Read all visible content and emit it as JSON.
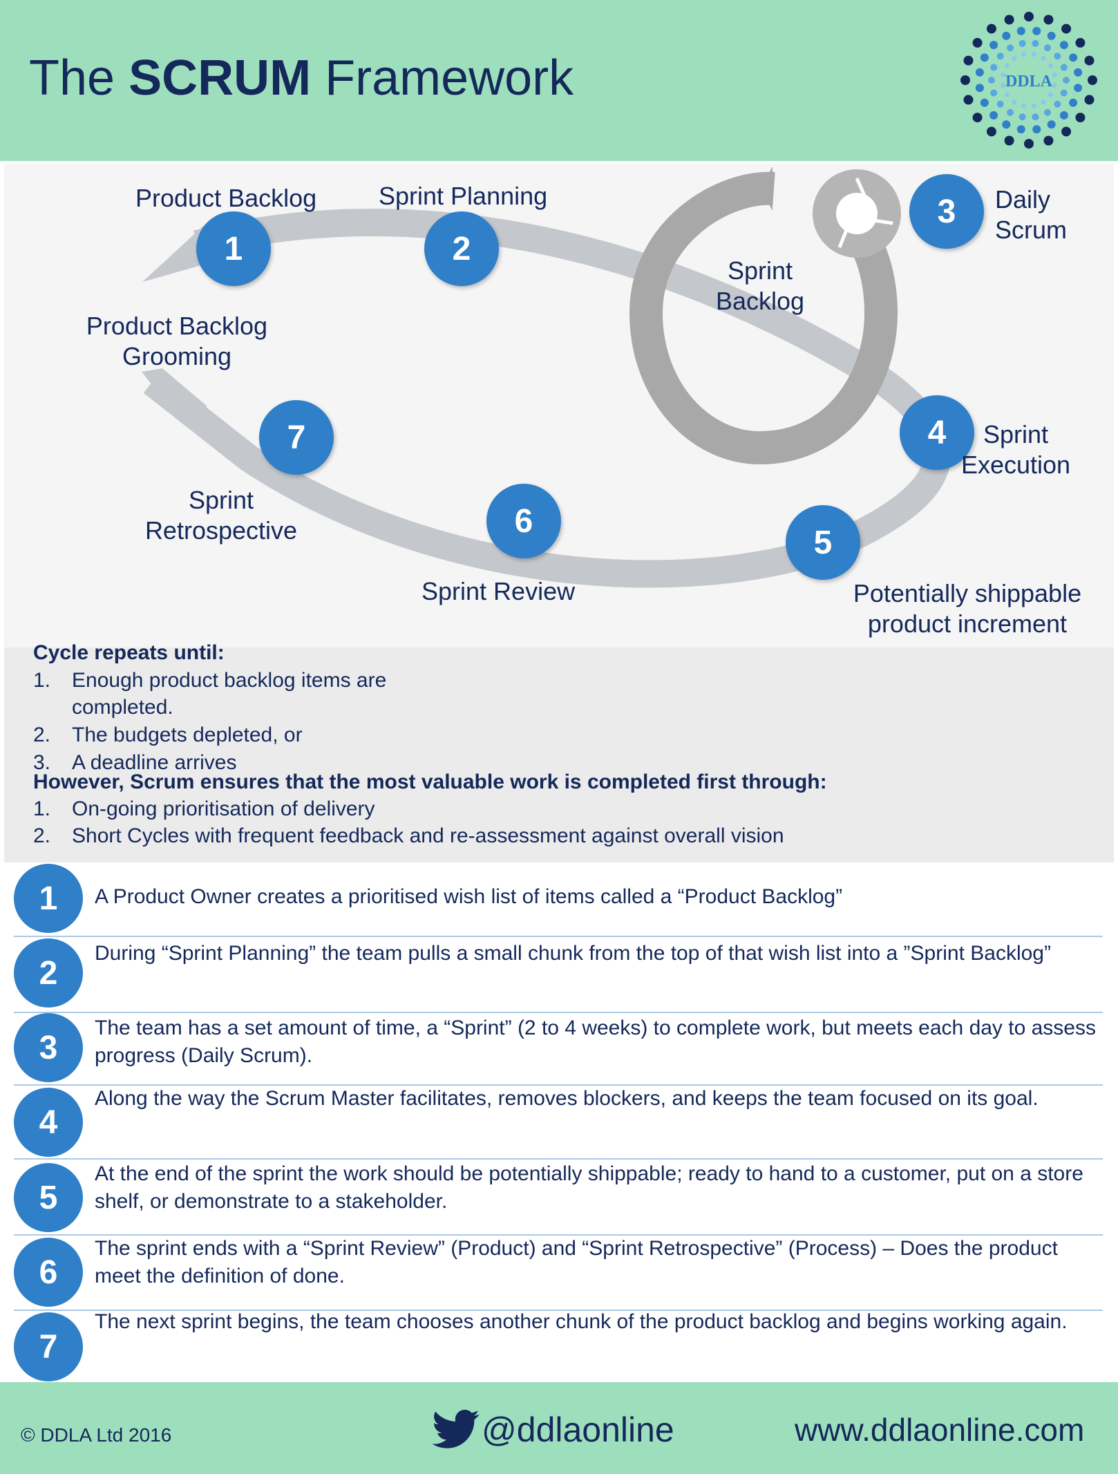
{
  "header": {
    "title_prefix": "The",
    "title_bold": "SCRUM",
    "title_suffix": "Framework",
    "logo_text": "DDLA"
  },
  "diagram": {
    "steps": [
      {
        "number": "1",
        "label": "Product Backlog"
      },
      {
        "number": "2",
        "label": "Sprint Planning"
      },
      {
        "number": "3",
        "label_line1": "Daily",
        "label_line2": "Scrum"
      },
      {
        "number": "4",
        "label_line1": "Sprint",
        "label_line2": "Execution"
      },
      {
        "number": "5",
        "label_line1": "Potentially shippable",
        "label_line2": "product increment"
      },
      {
        "number": "6",
        "label": "Sprint Review"
      },
      {
        "number": "7",
        "label_line1": "Sprint",
        "label_line2": "Retrospective"
      }
    ],
    "sprint_backlog_line1": "Sprint",
    "sprint_backlog_line2": "Backlog",
    "grooming_line1": "Product Backlog",
    "grooming_line2": "Grooming"
  },
  "cycle": {
    "heading": "Cycle repeats until:",
    "items": [
      {
        "num": "1.",
        "line1": "Enough product backlog items are",
        "line2": "completed."
      },
      {
        "num": "2.",
        "line1": "The budgets depleted, or"
      },
      {
        "num": "3.",
        "line1": "A deadline arrives"
      }
    ],
    "however_heading": "However, Scrum ensures that the most valuable work is completed first through:",
    "however_items": [
      {
        "num": "1.",
        "text": "On-going prioritisation of delivery"
      },
      {
        "num": "2.",
        "text": "Short Cycles with frequent feedback and re-assessment against overall vision"
      }
    ]
  },
  "details": [
    {
      "number": "1",
      "text": "A Product Owner creates a prioritised wish list of items called a “Product Backlog”"
    },
    {
      "number": "2",
      "text": "During “Sprint Planning” the team pulls a small chunk from the top of that wish list into a ”Sprint Backlog”"
    },
    {
      "number": "3",
      "text": "The team has a set amount of time, a “Sprint” (2 to 4 weeks) to complete work, but meets each day to assess progress (Daily Scrum)."
    },
    {
      "number": "4",
      "text": "Along the way the Scrum Master facilitates, removes blockers, and keeps the team focused on its goal."
    },
    {
      "number": "5",
      "text": "At the end of the sprint the work should be potentially shippable; ready to hand to a customer, put on a store shelf, or demonstrate to a stakeholder."
    },
    {
      "number": "6",
      "text": "The sprint ends with a “Sprint Review” (Product) and “Sprint Retrospective” (Process) – Does the product meet the definition of done."
    },
    {
      "number": "7",
      "text": "The next sprint begins, the team chooses another chunk of the product backlog and begins working again."
    }
  ],
  "footer": {
    "copyright": "© DDLA Ltd 2016",
    "twitter": "@ddlaonline",
    "website": "www.ddlaonline.com"
  },
  "colors": {
    "header_bg": "#9ddfbd",
    "accent_blue": "#2f7fc9",
    "text_navy": "#14285a",
    "band_grey": "#c4c8cc",
    "loop_grey": "#a8a8a8"
  }
}
